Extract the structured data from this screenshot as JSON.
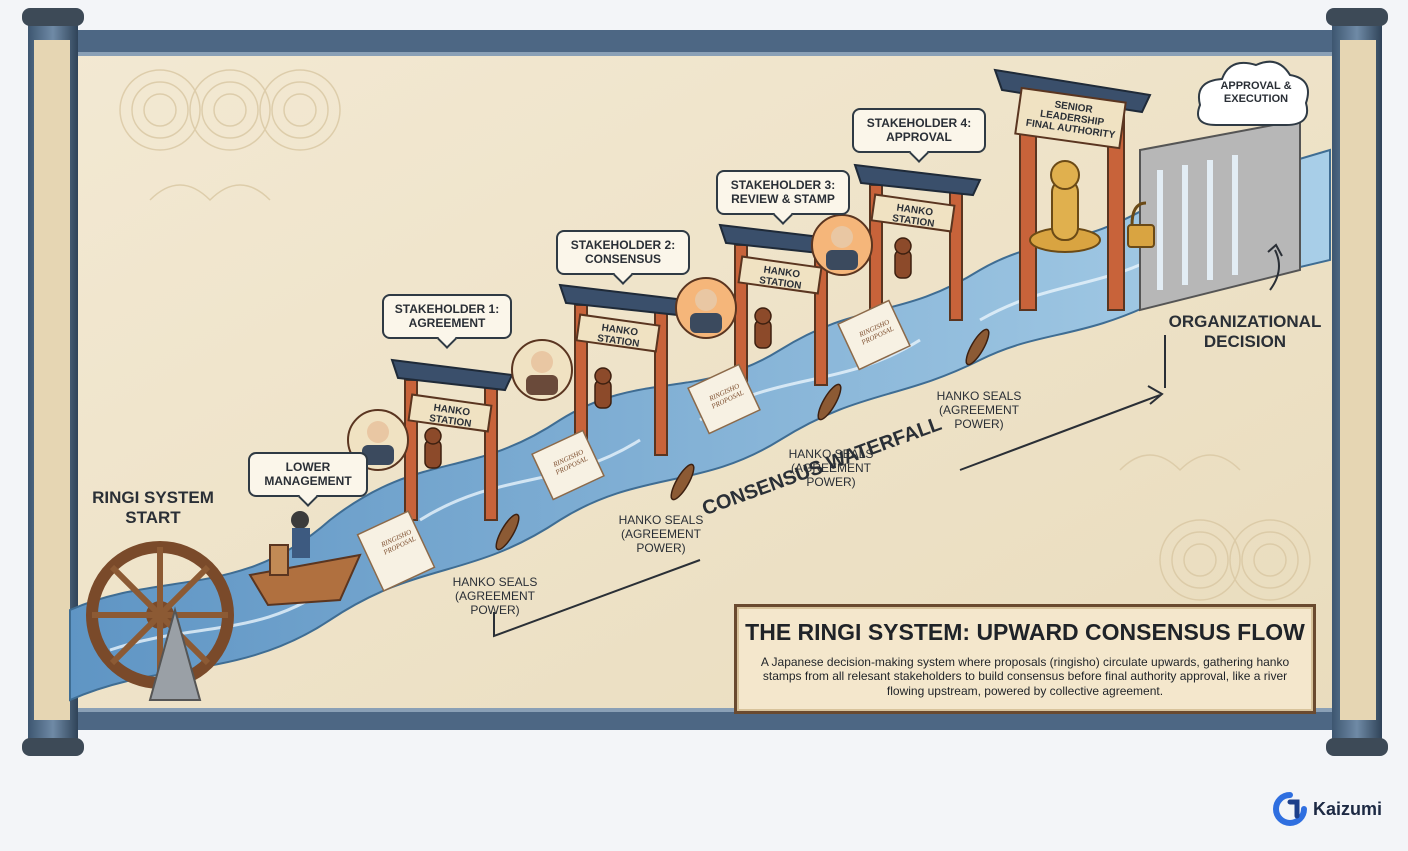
{
  "labels": {
    "start": "RINGI SYSTEM\nSTART",
    "organizational_decision": "ORGANIZATIONAL\nDECISION",
    "approval_execution": "APPROVAL &\nEXECUTION",
    "consensus_waterfall": "CONSENSUS WATERFALL"
  },
  "bubbles": {
    "lower_management": "LOWER\nMANAGEMENT",
    "stakeholder1": "STAKEHOLDER 1:\nAGREEMENT",
    "stakeholder2": "STAKEHOLDER 2:\nCONSENSUS",
    "stakeholder3": "STAKEHOLDER 3:\nREVIEW & STAMP",
    "stakeholder4": "STAKEHOLDER 4:\nAPPROVAL"
  },
  "gates": {
    "station": "HANKO STATION",
    "senior": "SENIOR LEADERSHIP\nFINAL AUTHORITY"
  },
  "seals": {
    "label": "HANKO SEALS\n(AGREEMENT POWER)"
  },
  "proposal_text": "RINGISHO\nPROPOSAL",
  "title_box": {
    "title": "THE RINGI SYSTEM: UPWARD CONSENSUS FLOW",
    "description": "A Japanese decision-making system where proposals (ringisho) circulate upwards, gathering hanko stamps from all relesant stakeholders to build consensus before final authority approval, like a river flowing upstream, powered by collective agreement."
  },
  "footer": {
    "brand": "Kaizumi"
  },
  "colors": {
    "parchment": "#efe3c8",
    "river": "#7fb3d8",
    "gate": "#c8633a",
    "roof": "#3a4f6b",
    "brand": "#2f6fe0"
  }
}
